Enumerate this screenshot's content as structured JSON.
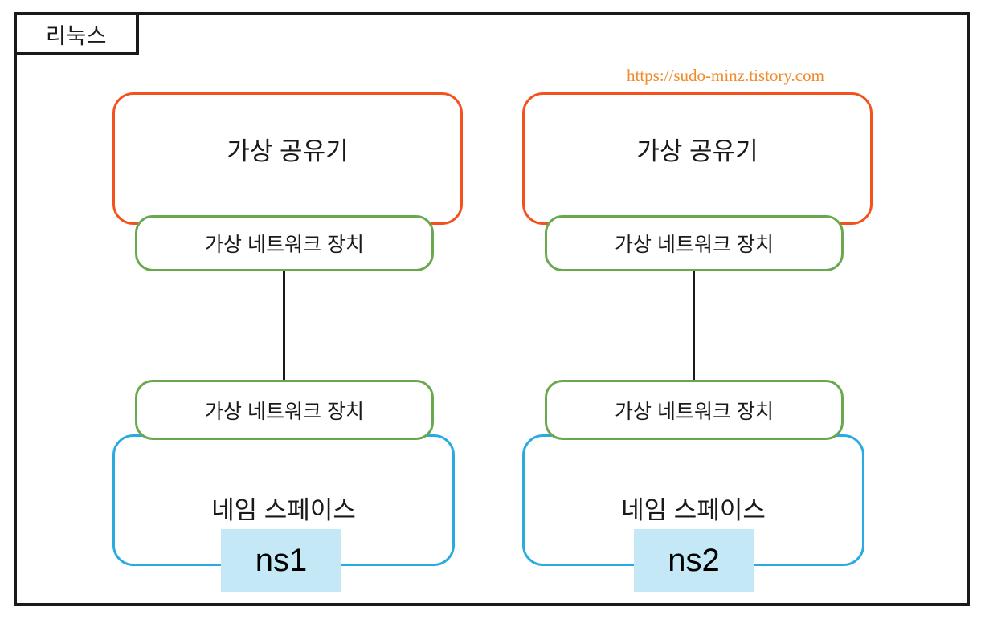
{
  "frame": {
    "label": "리눅스"
  },
  "watermark": {
    "url": "https://sudo-minz.tistory.com",
    "color": "#f08a2a"
  },
  "colors": {
    "frame_border": "#1a1a1a",
    "router_border": "#f4511e",
    "vnet_border": "#6aa84f",
    "namespace_border": "#29abe2",
    "chip_fill": "#c5e8f7",
    "connector": "#1a1a1a",
    "background": "#ffffff"
  },
  "columns": [
    {
      "id": "ns1",
      "router": {
        "label": "가상 공유기"
      },
      "vnet_top": {
        "label": "가상 네트워크 장치"
      },
      "vnet_bottom": {
        "label": "가상 네트워크 장치"
      },
      "namespace": {
        "label": "네임 스페이스"
      },
      "chip": {
        "label": "ns1"
      }
    },
    {
      "id": "ns2",
      "router": {
        "label": "가상 공유기"
      },
      "vnet_top": {
        "label": "가상 네트워크 장치"
      },
      "vnet_bottom": {
        "label": "가상 네트워크 장치"
      },
      "namespace": {
        "label": "네임 스페이스"
      },
      "chip": {
        "label": "ns2"
      }
    }
  ]
}
